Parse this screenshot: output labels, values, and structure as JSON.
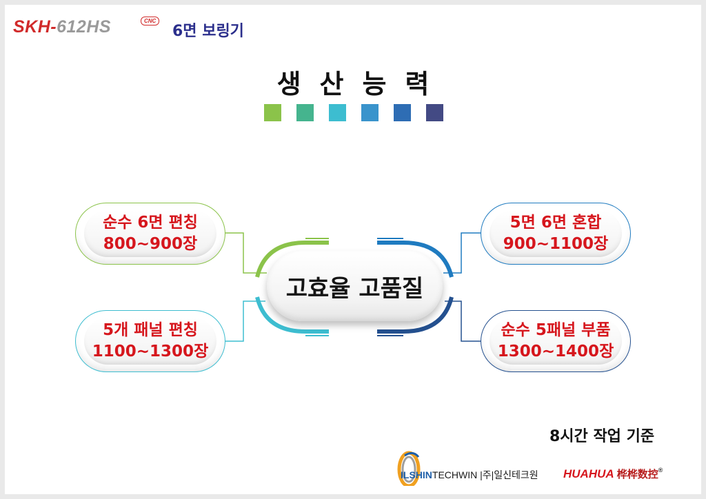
{
  "header": {
    "model_prefix": "SKH-",
    "model_number": "612HS",
    "badge": "CNC",
    "machine_name": "6면 보링기"
  },
  "title": "생산능력",
  "swatch_colors": [
    "#8bc34a",
    "#45b48e",
    "#3dbdd0",
    "#3a94cc",
    "#2e6db4",
    "#434a84"
  ],
  "center": {
    "label": "고효율 고품질"
  },
  "boxes": [
    {
      "line1": "순수 6면 편칭",
      "line2": "800~900장",
      "border": "#8bc34a"
    },
    {
      "line1": "5개 패널 편칭",
      "line2": "1100~1300장",
      "border": "#3dbdd0"
    },
    {
      "line1": "5면 6면 혼합",
      "line2": "900~1100장",
      "border": "#1f7bc0"
    },
    {
      "line1": "순수 5패널 부품",
      "line2": "1300~1400장",
      "border": "#24508f"
    }
  ],
  "footnote": "8시간 작업 기준",
  "logos": {
    "ilshin_brand": "ILSHIN",
    "ilshin_suffix": "TECHWIN |주|일신테크원",
    "huahua_brand": "HUAHUA",
    "huahua_cn": "桦桦数控",
    "huahua_reg": "®"
  }
}
